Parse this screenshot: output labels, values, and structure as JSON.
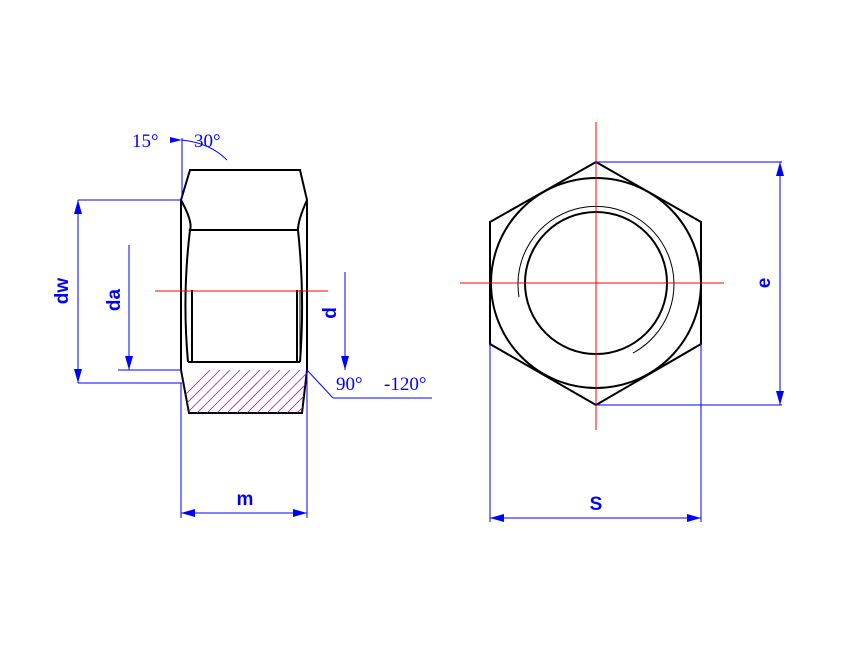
{
  "side_view": {
    "dimensions": {
      "dw": "dw",
      "da": "da",
      "d": "d",
      "m": "m"
    },
    "angles": {
      "chamfer_min": "15°",
      "chamfer_max": "30°",
      "countersink_min": "90°",
      "countersink_max": "-120°"
    }
  },
  "front_view": {
    "dimensions": {
      "s": "S",
      "e": "e"
    }
  },
  "colors": {
    "outline": "#000000",
    "dimension": "#0000ff",
    "centerline": "#ff0000",
    "hatch": "#cc00cc"
  }
}
